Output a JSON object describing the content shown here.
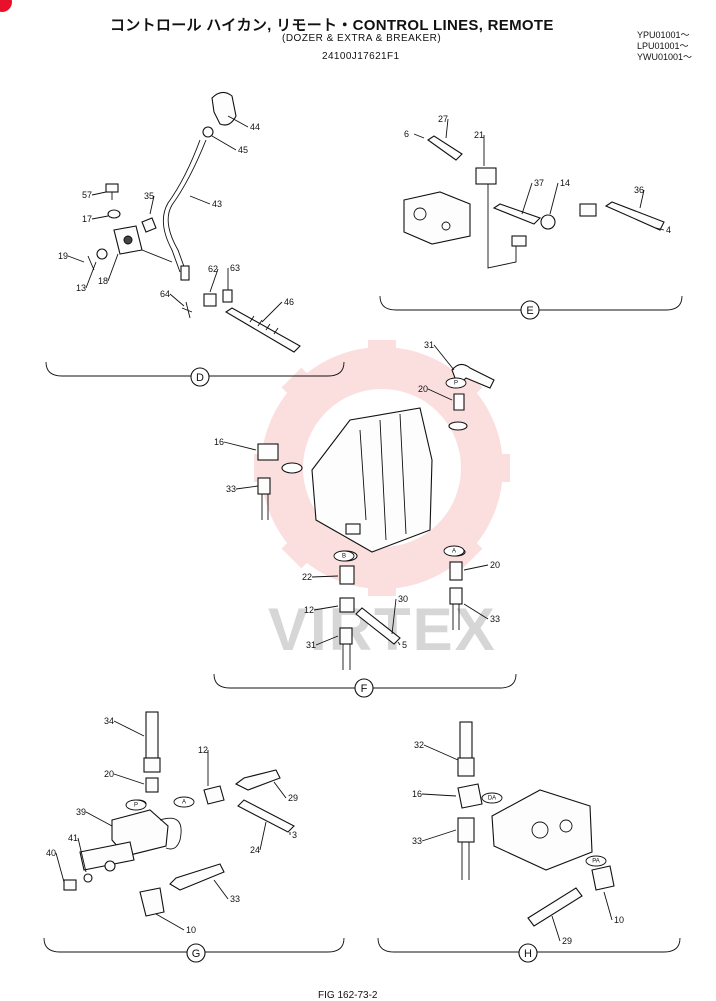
{
  "header": {
    "title": "コントロール ハイカン, リモート・CONTROL LINES, REMOTE",
    "subtitle": "(DOZER & EXTRA & BREAKER)",
    "part_number": "24100J17621F1",
    "serials": [
      "YPU01001～",
      "LPU01001～",
      "YWU01001～"
    ]
  },
  "watermark": {
    "text": "VIRTEX"
  },
  "footer": {
    "figure": "FIG 162-73-2"
  },
  "sections": [
    "D",
    "E",
    "F",
    "G",
    "H"
  ],
  "sub_markers": [
    "A",
    "P",
    "P",
    "A",
    "B",
    "PA",
    "DA"
  ],
  "callouts": [
    "44",
    "45",
    "43",
    "57",
    "35",
    "17",
    "19",
    "13",
    "18",
    "62",
    "63",
    "64",
    "46",
    "27",
    "21",
    "6",
    "37",
    "14",
    "36",
    "4",
    "31",
    "20",
    "16",
    "33",
    "22",
    "20",
    "12",
    "30",
    "33",
    "31",
    "5",
    "34",
    "20",
    "12",
    "29",
    "39",
    "41",
    "40",
    "24",
    "3",
    "33",
    "10",
    "32",
    "16",
    "33",
    "10",
    "29"
  ]
}
